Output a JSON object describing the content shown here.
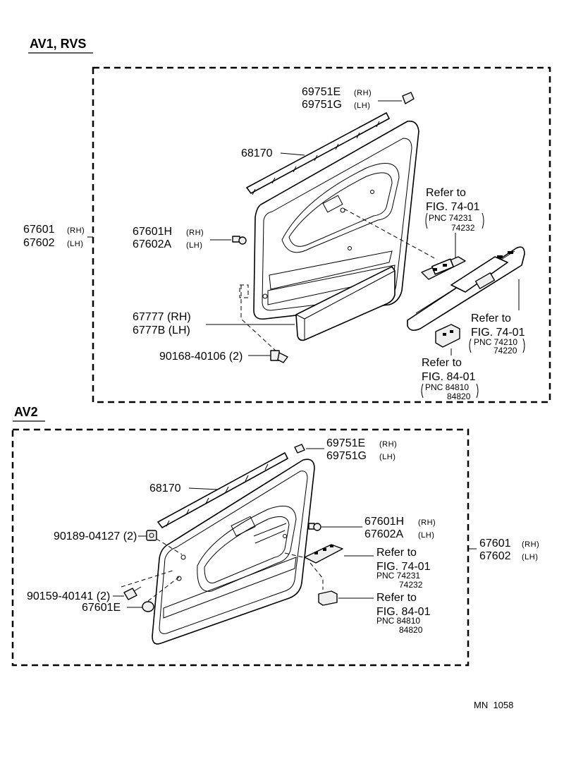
{
  "sections": [
    {
      "title": "AV1, RVS",
      "outer_part": {
        "rh": "67601",
        "rh_tag": "(RH)",
        "lh": "67602",
        "lh_tag": "(LH)"
      },
      "labels": [
        {
          "id": "clip",
          "rh": "69751E",
          "rh_tag": "(RH)",
          "lh": "69751G",
          "lh_tag": "(LH)"
        },
        {
          "id": "weatherstrip",
          "text": "68170"
        },
        {
          "id": "board",
          "rh": "67601H",
          "rh_tag": "(RH)",
          "lh": "67602A",
          "lh_tag": "(LH)"
        },
        {
          "id": "pocket",
          "rh": "67777 (RH)",
          "lh": "6777B (LH)"
        },
        {
          "id": "bolt",
          "text": "90168-40106 (2)"
        }
      ],
      "refs": [
        {
          "id": "ref1",
          "line1": "Refer to",
          "line2": "FIG. 74-01",
          "pnc1": "PNC 74231",
          "pnc2": "74232"
        },
        {
          "id": "ref2",
          "line1": "Refer to",
          "line2": "FIG. 74-01",
          "pnc1": "PNC 74210",
          "pnc2": "74220"
        },
        {
          "id": "ref3",
          "line1": "Refer to",
          "line2": "FIG. 84-01",
          "pnc1": "PNC 84810",
          "pnc2": "84820"
        }
      ]
    },
    {
      "title": "AV2",
      "outer_part": {
        "rh": "67601",
        "rh_tag": "(RH)",
        "lh": "67602",
        "lh_tag": "(LH)"
      },
      "labels": [
        {
          "id": "clip",
          "rh": "69751E",
          "rh_tag": "(RH)",
          "lh": "69751G",
          "lh_tag": "(LH)"
        },
        {
          "id": "weatherstrip",
          "text": "68170"
        },
        {
          "id": "nut",
          "text": "90189-04127 (2)"
        },
        {
          "id": "board",
          "rh": "67601H",
          "rh_tag": "(RH)",
          "lh": "67602A",
          "lh_tag": "(LH)"
        },
        {
          "id": "screw",
          "text": "90159-40141 (2)"
        },
        {
          "id": "cap",
          "text": "67601E"
        }
      ],
      "refs": [
        {
          "id": "ref1",
          "line1": "Refer to",
          "line2": "FIG. 74-01",
          "pnc1": "PNC 74231",
          "pnc2": "74232"
        },
        {
          "id": "ref2",
          "line1": "Refer to",
          "line2": "FIG. 84-01",
          "pnc1": "PNC 84810",
          "pnc2": "84820"
        }
      ]
    }
  ],
  "footer": {
    "code": "MN  1058"
  }
}
